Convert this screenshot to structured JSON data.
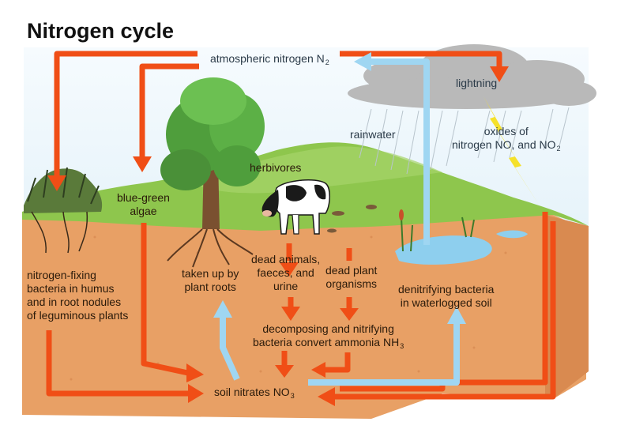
{
  "title": "Nitrogen cycle",
  "colors": {
    "soil": "#e8a065",
    "soil_dark": "#d98a50",
    "grass": "#8ec64d",
    "sky": "#eef6fb",
    "cloud": "#b9b9b9",
    "water": "#8ecfee",
    "orange_arrow": "#f04e16",
    "blue_arrow": "#9fd6f2",
    "lightning": "#f5e12a"
  },
  "labels": {
    "atmospheric": {
      "text": "atmospheric nitrogen N",
      "sub": "2"
    },
    "lightning": "lightning",
    "oxides": {
      "line1": "oxides of",
      "line2": "nitrogen NO, and NO",
      "sub": "2"
    },
    "rainwater": "rainwater",
    "herbivores": "herbivores",
    "blue_green": {
      "line1": "blue-green",
      "line2": "algae"
    },
    "nitrogen_fixing": {
      "line1": "nitrogen-fixing",
      "line2": "bacteria in humus",
      "line3": "and in root nodules",
      "line4": "of leguminous plants"
    },
    "taken_up": {
      "line1": "taken up by",
      "line2": "plant roots"
    },
    "dead_animals": {
      "line1": "dead animals,",
      "line2": "faeces, and",
      "line3": "urine"
    },
    "dead_plant": {
      "line1": "dead plant",
      "line2": "organisms"
    },
    "denitrifying": {
      "line1": "denitrifying bacteria",
      "line2": "in waterlogged soil"
    },
    "decomposing": {
      "line1": "decomposing and nitrifying",
      "line2": "bacteria convert ammonia NH",
      "sub": "3"
    },
    "soil_nitrates": {
      "text": "soil nitrates NO",
      "sub": "3"
    }
  },
  "icons": [
    "tree-icon",
    "cow-icon",
    "shrub-icon",
    "cloud-icon",
    "lightning-bolt-icon",
    "pond-icon",
    "reed-icon"
  ]
}
